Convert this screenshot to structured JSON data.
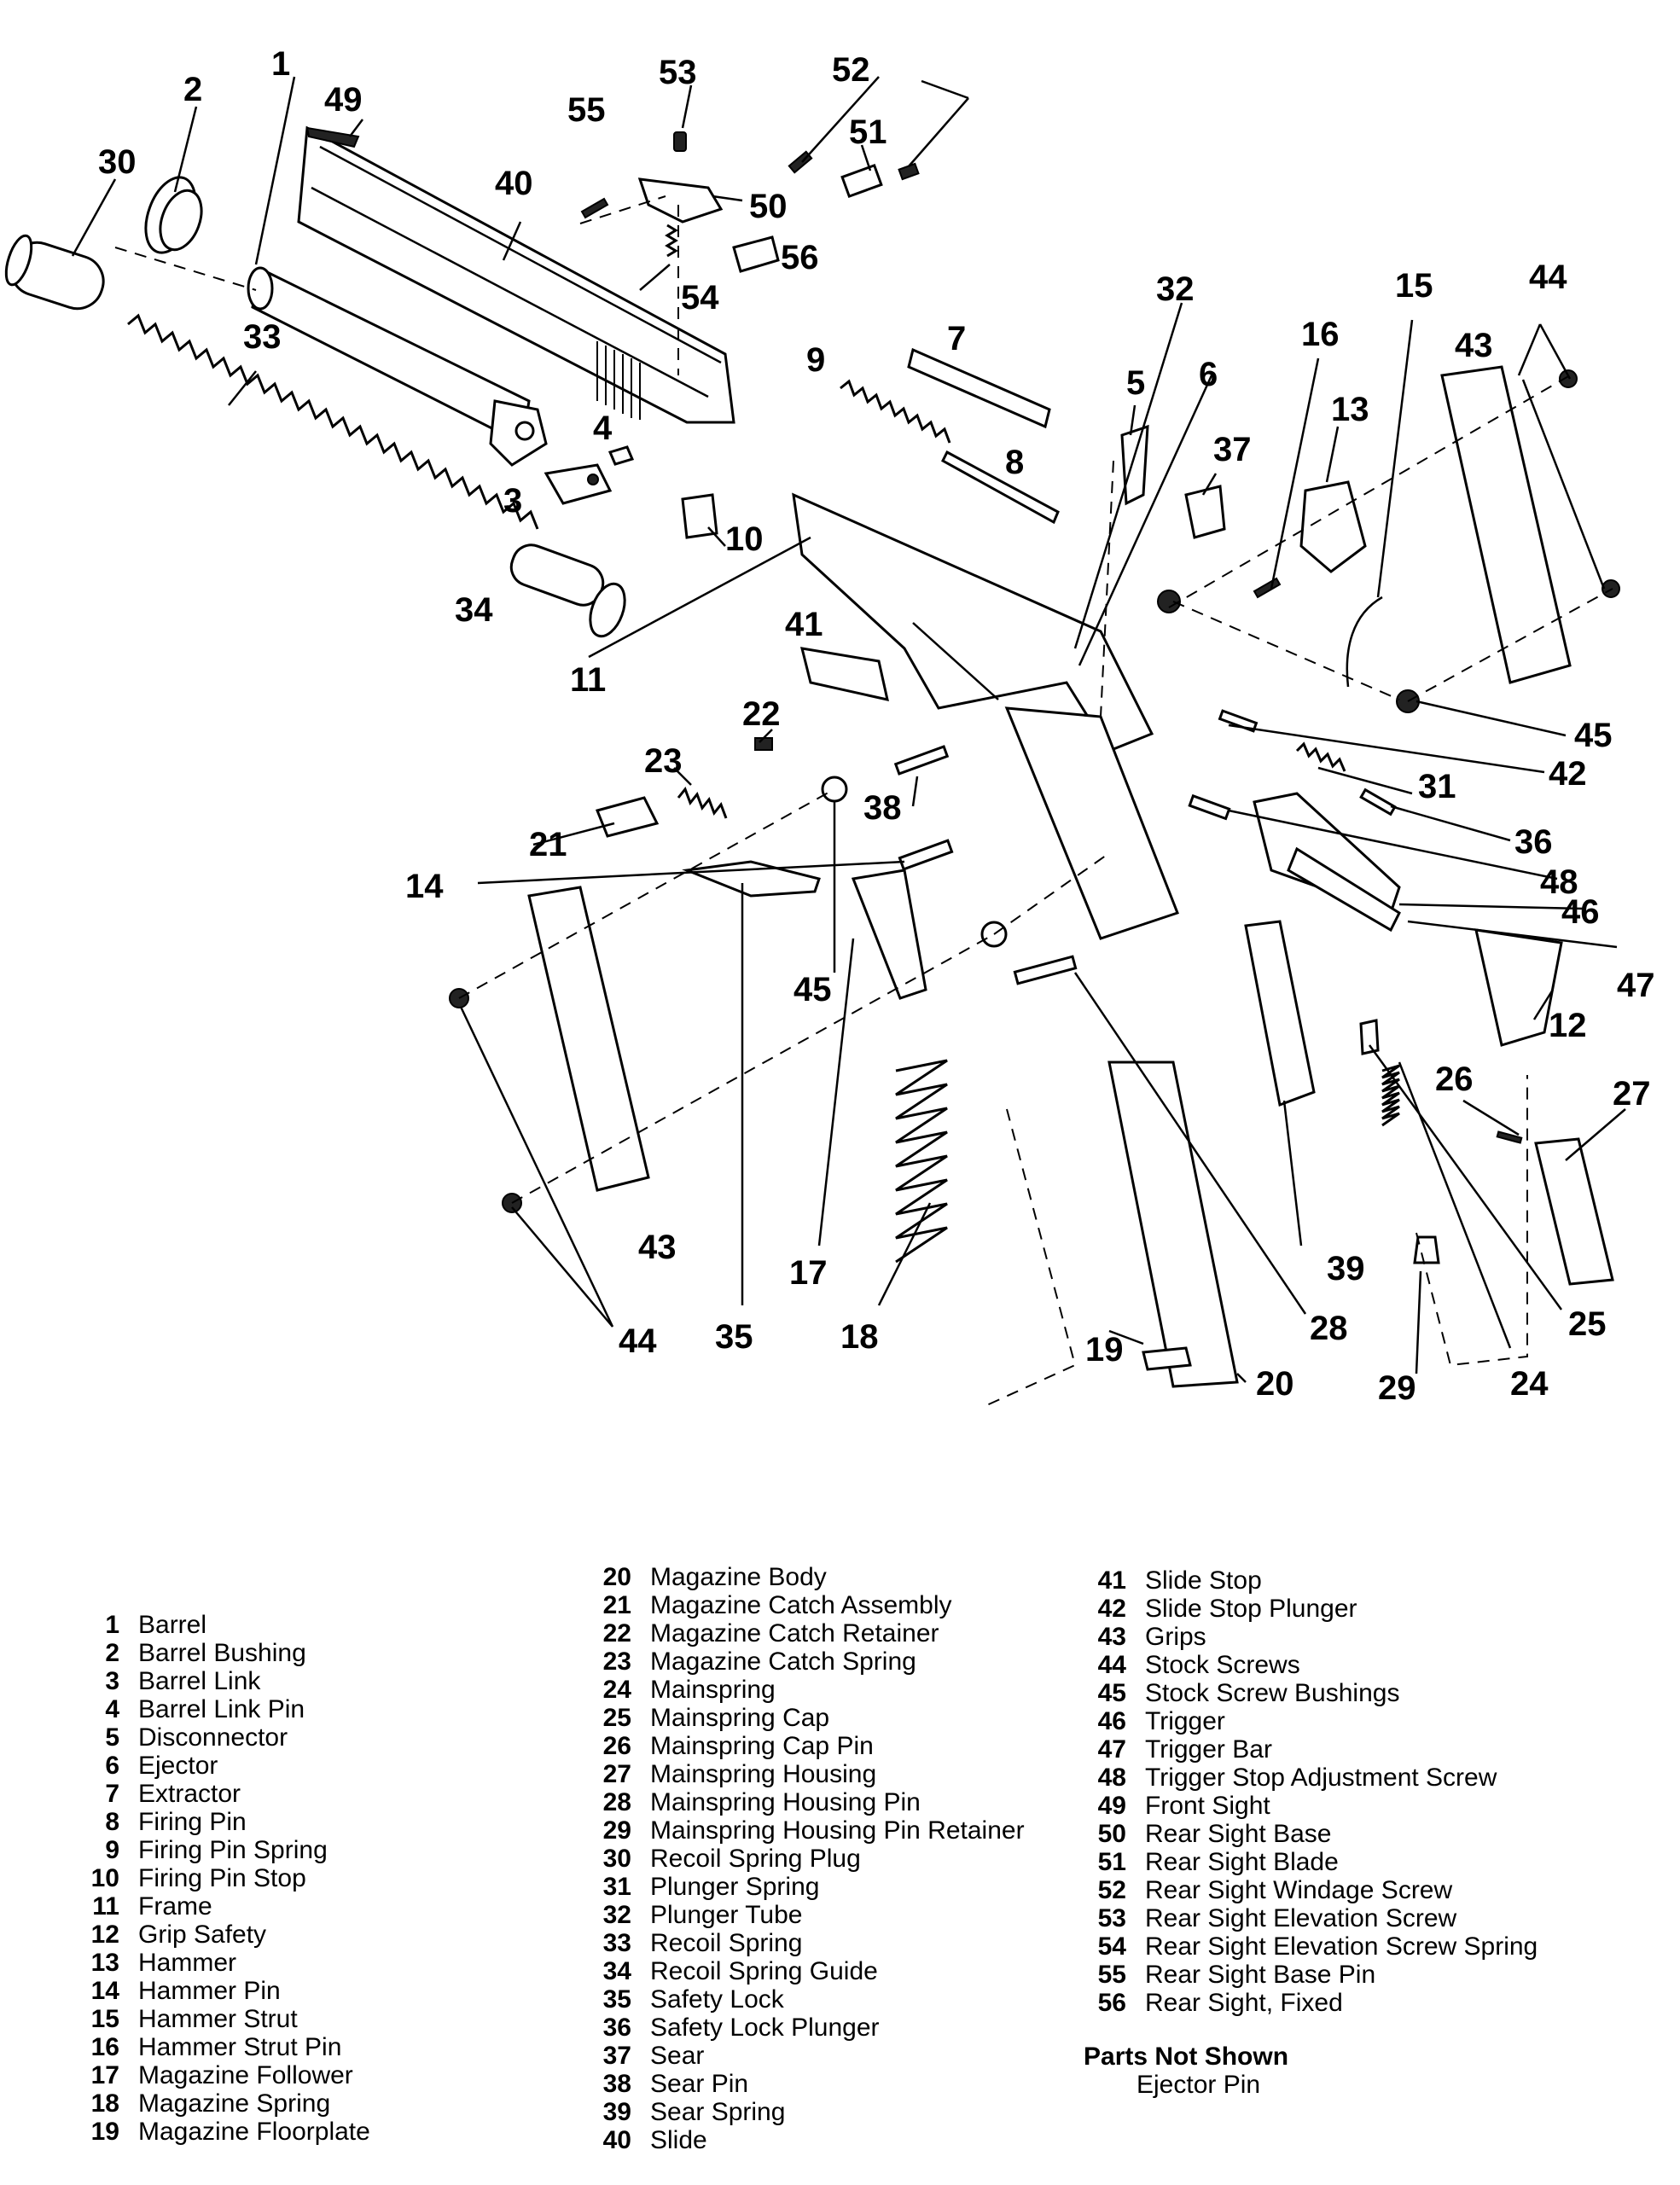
{
  "callouts": [
    "1",
    "2",
    "3",
    "4",
    "5",
    "6",
    "7",
    "8",
    "9",
    "10",
    "11",
    "12",
    "13",
    "14",
    "15",
    "16",
    "17",
    "18",
    "19",
    "20",
    "21",
    "22",
    "23",
    "24",
    "25",
    "26",
    "27",
    "28",
    "29",
    "30",
    "31",
    "32",
    "33",
    "34",
    "35",
    "36",
    "37",
    "38",
    "39",
    "40",
    "41",
    "42",
    "43",
    "43",
    "44",
    "44",
    "45",
    "45",
    "46",
    "47",
    "48",
    "49",
    "50",
    "51",
    "52",
    "53",
    "54",
    "55",
    "56"
  ],
  "legend": {
    "col1": [
      {
        "num": "1",
        "label": "Barrel"
      },
      {
        "num": "2",
        "label": "Barrel Bushing"
      },
      {
        "num": "3",
        "label": "Barrel Link"
      },
      {
        "num": "4",
        "label": "Barrel Link Pin"
      },
      {
        "num": "5",
        "label": "Disconnector"
      },
      {
        "num": "6",
        "label": "Ejector"
      },
      {
        "num": "7",
        "label": "Extractor"
      },
      {
        "num": "8",
        "label": "Firing Pin"
      },
      {
        "num": "9",
        "label": "Firing Pin Spring"
      },
      {
        "num": "10",
        "label": "Firing Pin Stop"
      },
      {
        "num": "11",
        "label": "Frame"
      },
      {
        "num": "12",
        "label": "Grip Safety"
      },
      {
        "num": "13",
        "label": "Hammer"
      },
      {
        "num": "14",
        "label": "Hammer Pin"
      },
      {
        "num": "15",
        "label": "Hammer Strut"
      },
      {
        "num": "16",
        "label": "Hammer Strut Pin"
      },
      {
        "num": "17",
        "label": "Magazine Follower"
      },
      {
        "num": "18",
        "label": "Magazine Spring"
      },
      {
        "num": "19",
        "label": "Magazine Floorplate"
      }
    ],
    "col2": [
      {
        "num": "20",
        "label": "Magazine Body"
      },
      {
        "num": "21",
        "label": "Magazine Catch Assembly"
      },
      {
        "num": "22",
        "label": "Magazine Catch Retainer"
      },
      {
        "num": "23",
        "label": "Magazine Catch Spring"
      },
      {
        "num": "24",
        "label": "Mainspring"
      },
      {
        "num": "25",
        "label": "Mainspring Cap"
      },
      {
        "num": "26",
        "label": "Mainspring Cap Pin"
      },
      {
        "num": "27",
        "label": "Mainspring Housing"
      },
      {
        "num": "28",
        "label": "Mainspring Housing Pin"
      },
      {
        "num": "29",
        "label": "Mainspring Housing Pin Retainer"
      },
      {
        "num": "30",
        "label": "Recoil Spring Plug"
      },
      {
        "num": "31",
        "label": "Plunger Spring"
      },
      {
        "num": "32",
        "label": "Plunger Tube"
      },
      {
        "num": "33",
        "label": "Recoil Spring"
      },
      {
        "num": "34",
        "label": "Recoil Spring Guide"
      },
      {
        "num": "35",
        "label": "Safety Lock"
      },
      {
        "num": "36",
        "label": "Safety Lock Plunger"
      },
      {
        "num": "37",
        "label": "Sear"
      },
      {
        "num": "38",
        "label": "Sear Pin"
      },
      {
        "num": "39",
        "label": "Sear Spring"
      },
      {
        "num": "40",
        "label": "Slide"
      }
    ],
    "col3": [
      {
        "num": "41",
        "label": "Slide Stop"
      },
      {
        "num": "42",
        "label": "Slide Stop Plunger"
      },
      {
        "num": "43",
        "label": "Grips"
      },
      {
        "num": "44",
        "label": "Stock Screws"
      },
      {
        "num": "45",
        "label": "Stock Screw Bushings"
      },
      {
        "num": "46",
        "label": "Trigger"
      },
      {
        "num": "47",
        "label": "Trigger Bar"
      },
      {
        "num": "48",
        "label": "Trigger Stop Adjustment Screw"
      },
      {
        "num": "49",
        "label": "Front Sight"
      },
      {
        "num": "50",
        "label": "Rear Sight Base"
      },
      {
        "num": "51",
        "label": "Rear Sight Blade"
      },
      {
        "num": "52",
        "label": "Rear Sight Windage Screw"
      },
      {
        "num": "53",
        "label": "Rear Sight Elevation Screw"
      },
      {
        "num": "54",
        "label": "Rear Sight Elevation Screw Spring"
      },
      {
        "num": "55",
        "label": "Rear Sight Base Pin"
      },
      {
        "num": "56",
        "label": "Rear Sight, Fixed"
      }
    ],
    "not_shown_heading": "Parts Not Shown",
    "not_shown_items": [
      "Ejector Pin"
    ]
  }
}
